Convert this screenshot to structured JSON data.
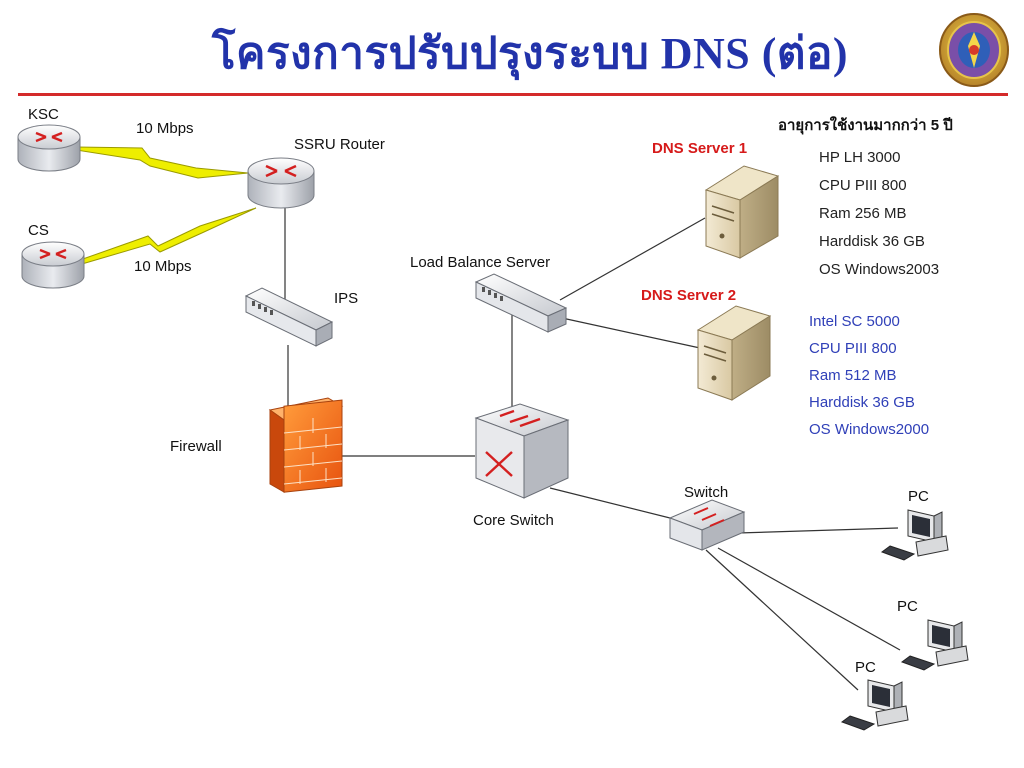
{
  "title": "โครงการปรับปรุงระบบ DNS (ต่อ)",
  "colors": {
    "title": "#2233aa",
    "rule": "#d42a2a",
    "server_title": "#d61a1a",
    "server2_specs": "#3040b8",
    "wan_link": "#e8e800"
  },
  "nodes": {
    "ksc": "KSC",
    "cs": "CS",
    "ssru_router": "SSRU Router",
    "ips": "IPS",
    "firewall": "Firewall",
    "load_balancer": "Load Balance Server",
    "core_switch": "Core Switch",
    "switch": "Switch",
    "pc1": "PC",
    "pc2": "PC",
    "pc3": "PC"
  },
  "links": {
    "ksc_speed": "10 Mbps",
    "cs_speed": "10 Mbps"
  },
  "age_note": "อายุการใช้งานมากกว่า 5 ปี",
  "dns1": {
    "title": "DNS Server 1",
    "specs": [
      "HP LH 3000",
      "CPU PIII 800",
      "Ram 256 MB",
      "Harddisk 36 GB",
      "OS Windows2003"
    ]
  },
  "dns2": {
    "title": "DNS Server 2",
    "specs": [
      "Intel SC 5000",
      "CPU PIII 800",
      "Ram  512 MB",
      "Harddisk 36 GB",
      "OS Windows2000"
    ]
  },
  "icons": [
    "router-icon",
    "lightning-link-icon",
    "ips-appliance-icon",
    "firewall-icon",
    "load-balancer-icon",
    "core-switch-icon",
    "switch-icon",
    "server-tower-icon",
    "pc-icon",
    "university-seal-icon"
  ]
}
